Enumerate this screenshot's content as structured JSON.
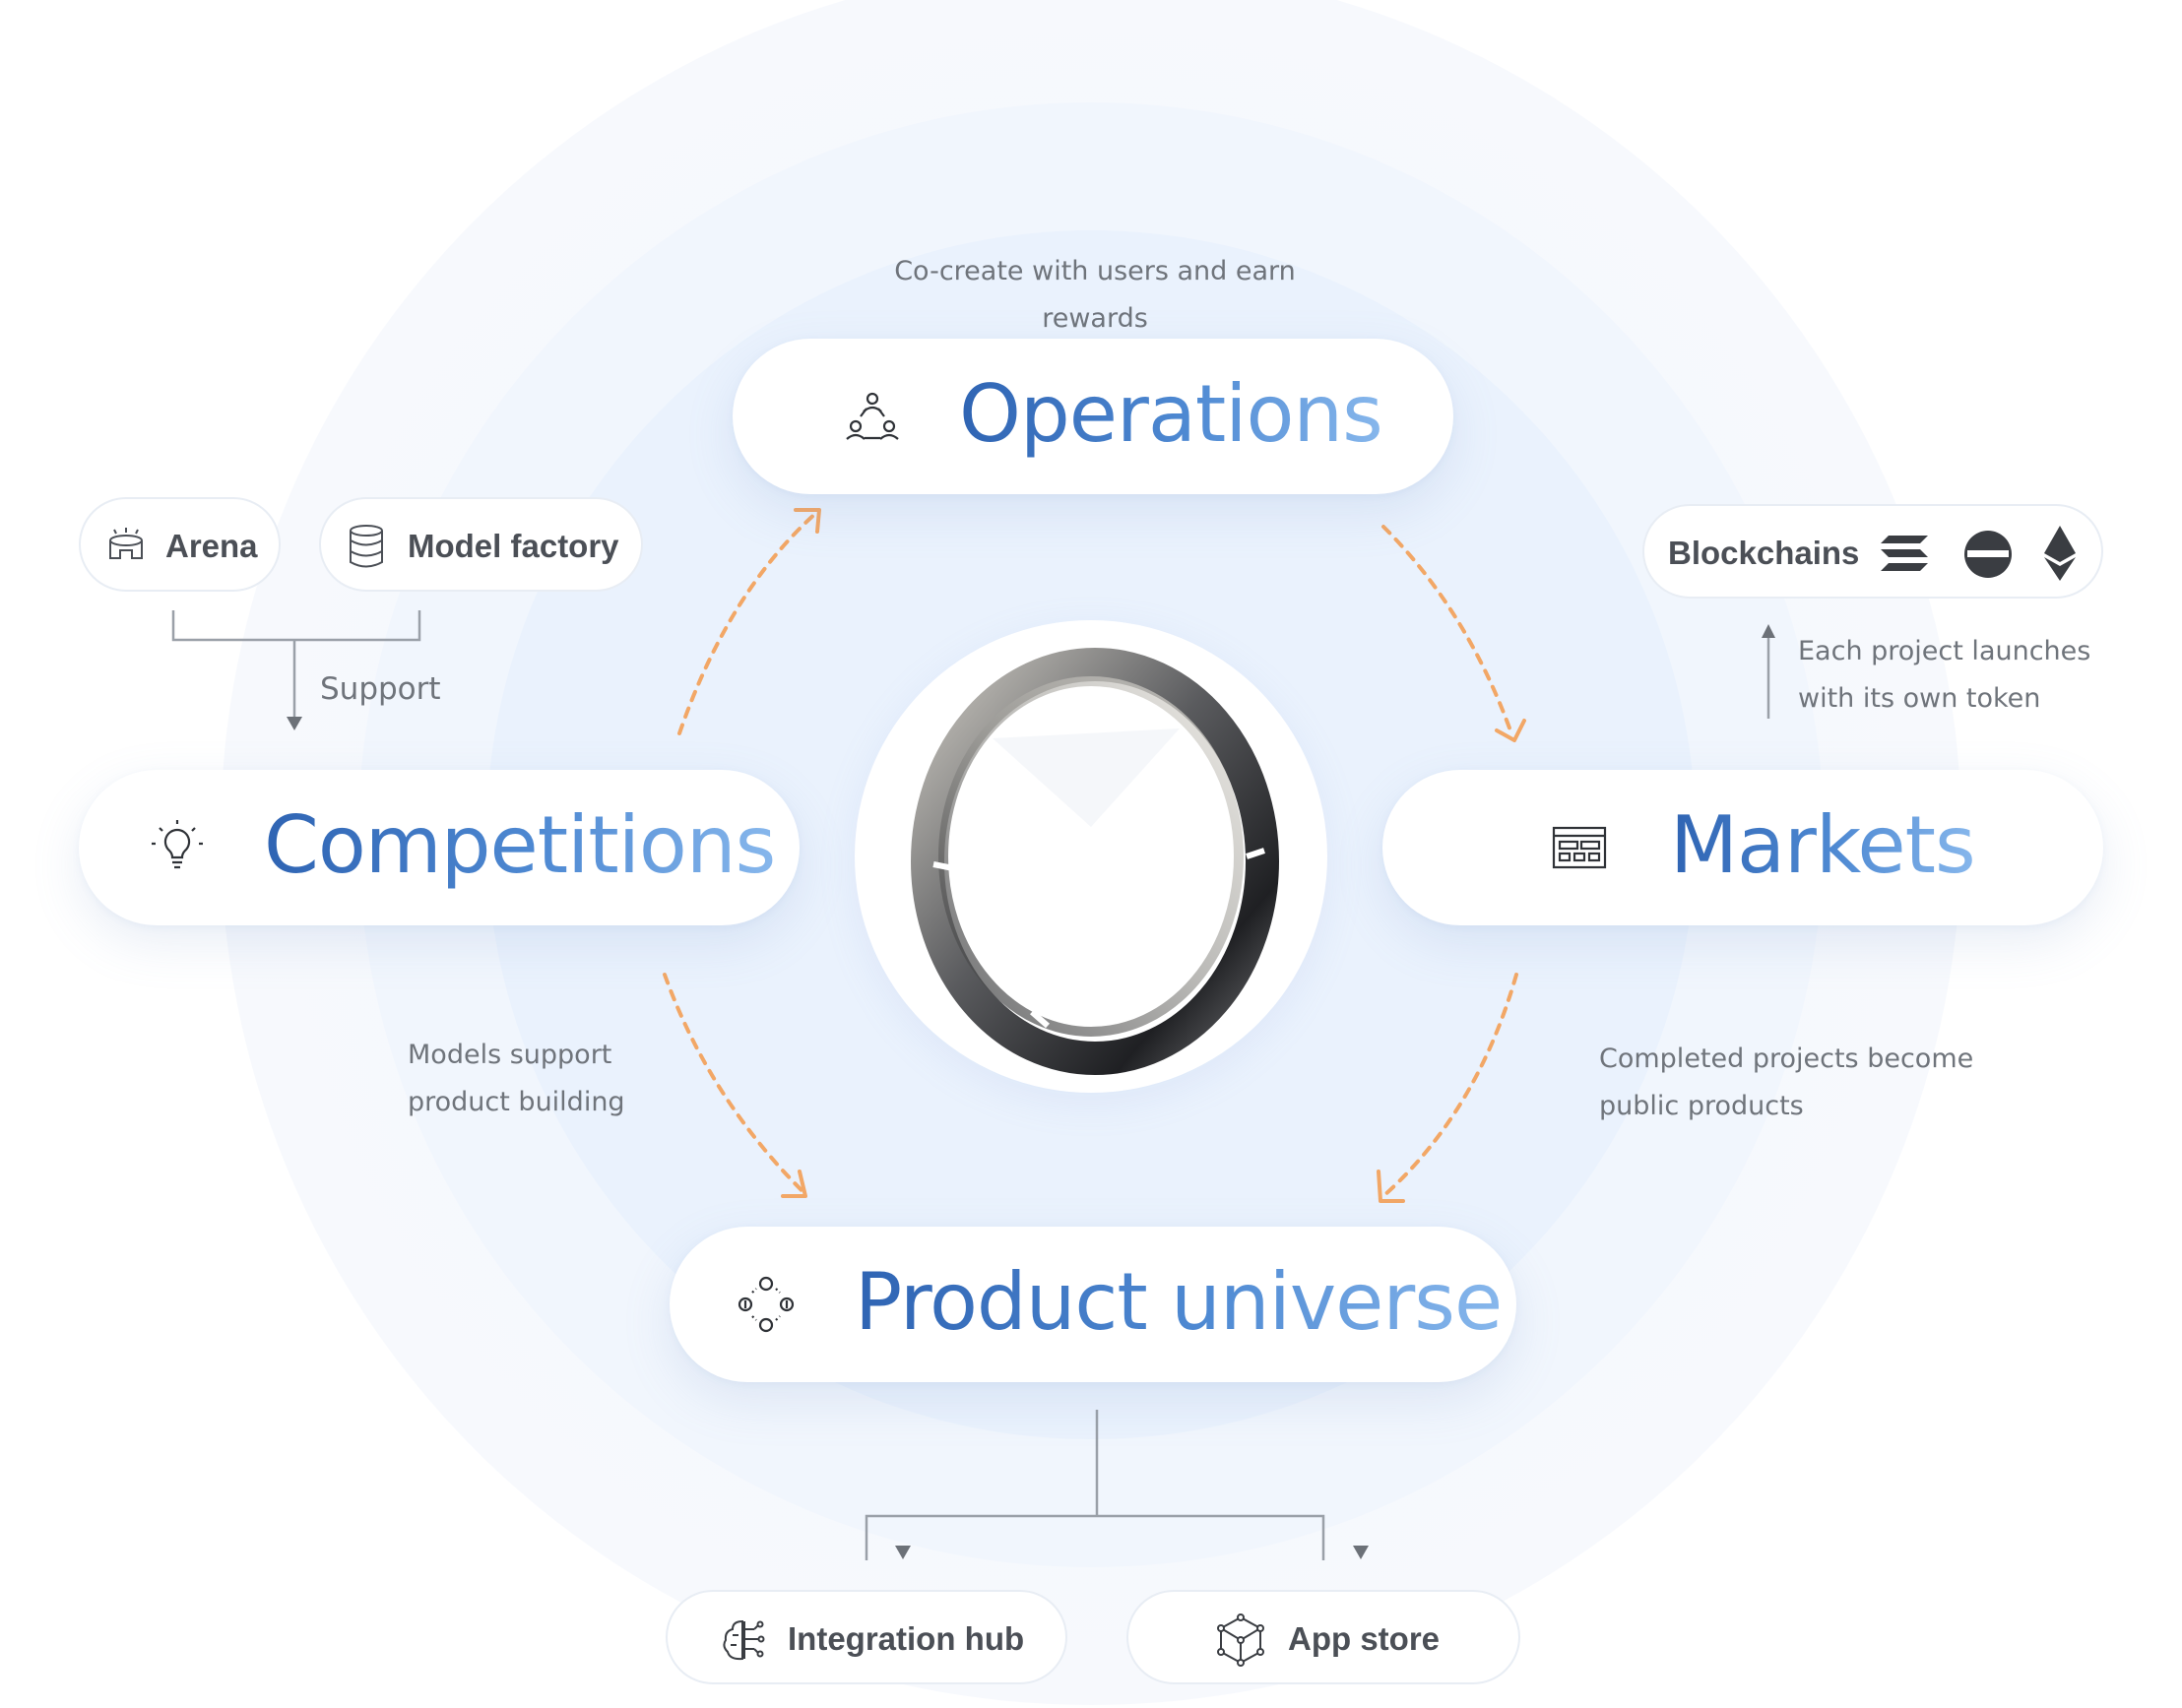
{
  "diagram": {
    "nodes": {
      "operations": {
        "label": "Operations",
        "icon": "team-network-icon"
      },
      "competitions": {
        "label": "Competitions",
        "icon": "lightbulb-icon"
      },
      "markets": {
        "label": "Markets",
        "icon": "market-board-icon"
      },
      "product_universe": {
        "label": "Product universe",
        "icon": "nodes-circle-icon"
      }
    },
    "sub_nodes": {
      "arena": {
        "label": "Arena",
        "icon": "arena-icon"
      },
      "model_factory": {
        "label": "Model factory",
        "icon": "database-icon"
      },
      "blockchains": {
        "label": "Blockchains",
        "icons": [
          "solana-icon",
          "minus-circle-icon",
          "ethereum-icon"
        ]
      },
      "integration_hub": {
        "label": "Integration hub",
        "icon": "brain-circuit-icon"
      },
      "app_store": {
        "label": "App store",
        "icon": "cube-icon"
      }
    },
    "notes": {
      "operations_caption": "Co-create with users and earn rewards",
      "support": "Support",
      "models_line1": "Models support",
      "models_line2": "product building",
      "token_line1": "Each project launches",
      "token_line2": "with its own token",
      "completed_line1": "Completed projects become",
      "completed_line2": "public products"
    },
    "center_logo": "ring-logo",
    "colors": {
      "title_gradient": [
        "#2f64b3",
        "#87b7ec"
      ],
      "arrow_orange": "#f2a766",
      "connector_gray": "#9aa0a8",
      "halo_blue": "#eaf2fd"
    }
  }
}
